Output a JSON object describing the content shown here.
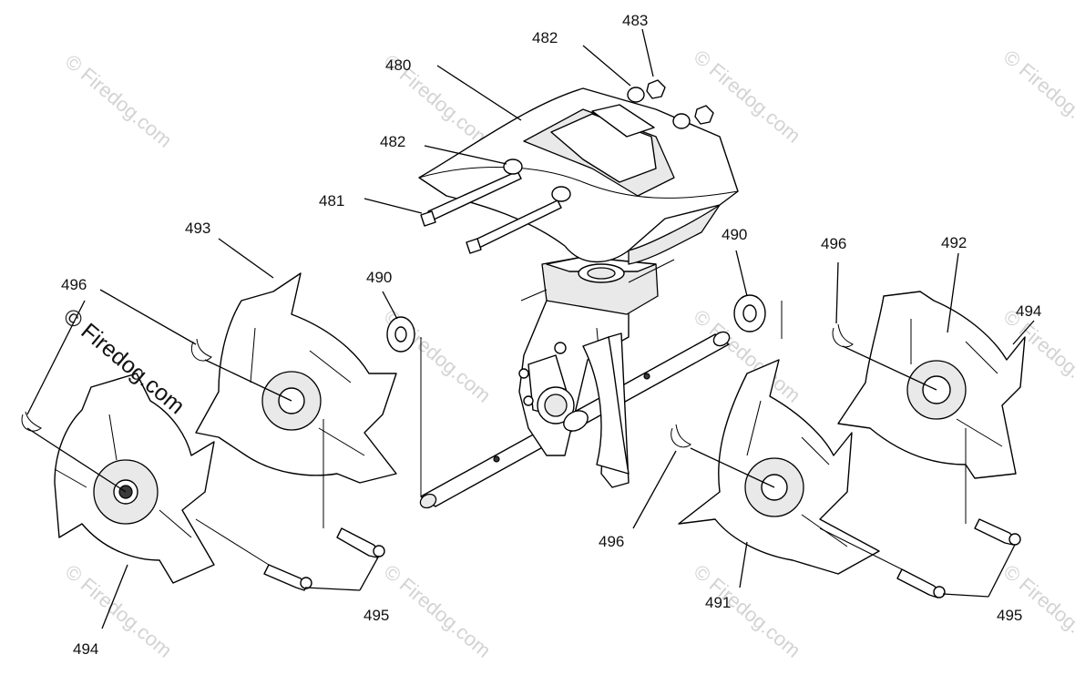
{
  "watermark": {
    "text": "© Firedog.com"
  },
  "callouts": {
    "c480": "480",
    "c481": "481",
    "c482_top": "482",
    "c482_left": "482",
    "c483": "483",
    "c490_left": "490",
    "c490_right": "490",
    "c491": "491",
    "c492": "492",
    "c493": "493",
    "c494_left": "494",
    "c494_right": "494",
    "c495_left": "495",
    "c495_right": "495",
    "c496_left": "496",
    "c496_center": "496",
    "c496_right": "496"
  }
}
